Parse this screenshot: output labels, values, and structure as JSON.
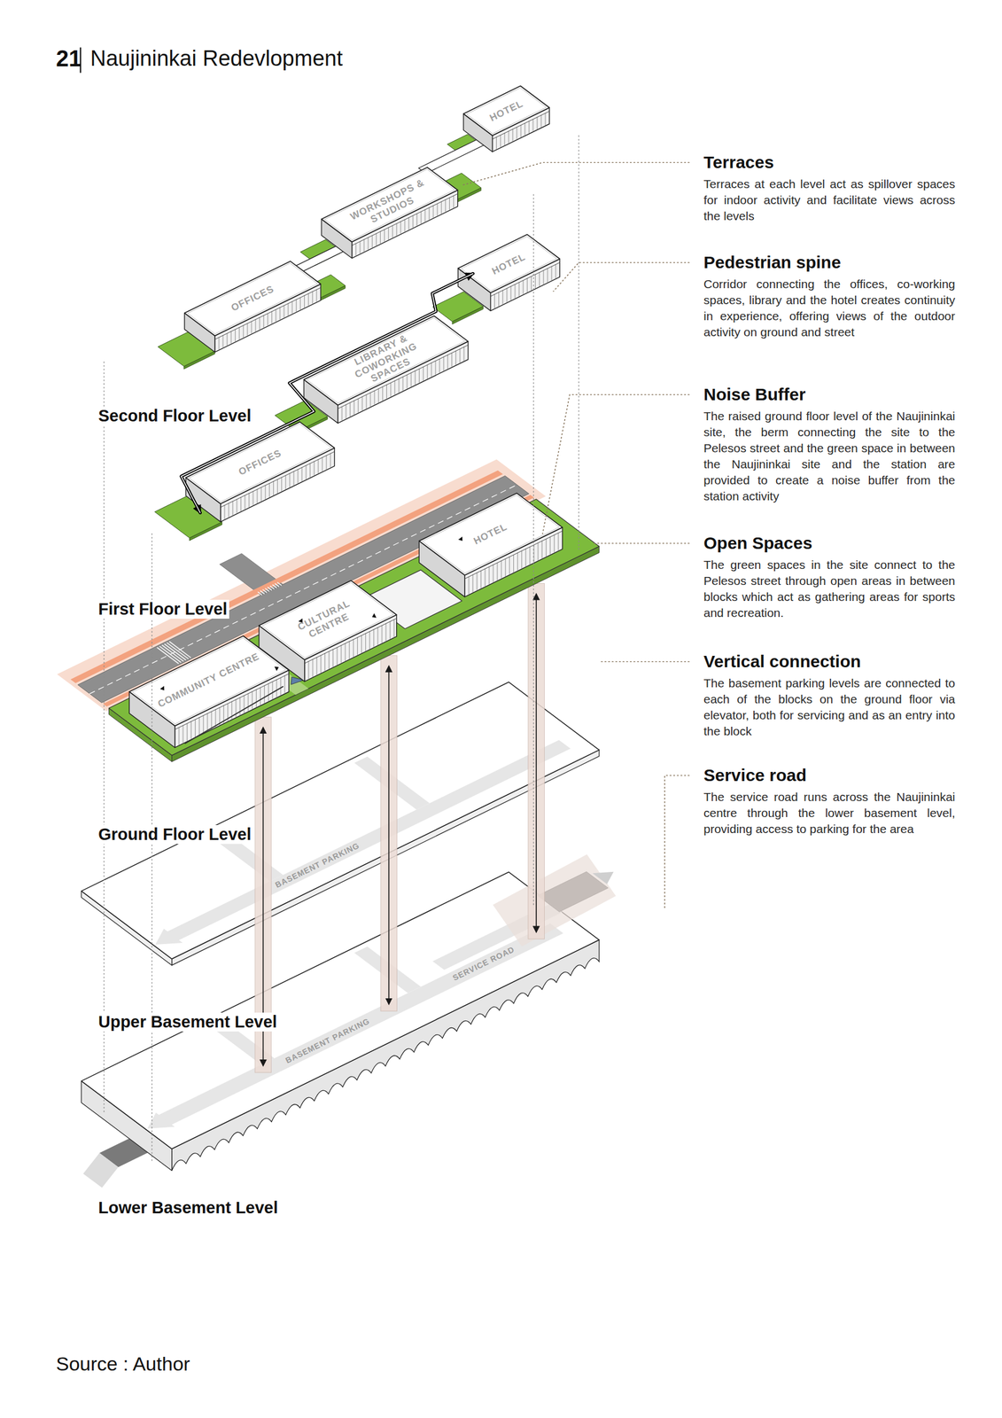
{
  "diagram": {
    "title": "Naujininkai Redevlopment",
    "caption": "Source : Author",
    "nodes": [
      {
        "text": [
          "HOTEL"
        ]
      },
      {
        "text": [
          "WORKSHOPS & STUDIOS"
        ]
      },
      {
        "text": [
          "OFFICES"
        ]
      },
      {
        "text": [
          "HOTEL"
        ]
      },
      {
        "text": [
          "LIBRARY & COWORKING SPACES"
        ]
      },
      {
        "text": [
          "OFFICES"
        ]
      },
      {
        "text": [
          "HOTEL"
        ]
      },
      {
        "text": [
          "CULTURAL CENTRE"
        ]
      },
      {
        "text": [
          "COMMUNITY CENTRE"
        ]
      }
    ],
    "labels": [
      "21",
      "Terraces",
      "Terraces at each level act as spillover spaces for indoor activity and facilitate views across the levels",
      "Pedestrian spine",
      "Corridor connecting the offices, co-working spaces, library and the hotel creates continuity in experience, offering views of the outdoor activity on ground and street",
      "Noise Buffer",
      "The raised ground floor level of the Naujininkai site, the berm connecting the site to the Pelesos street and the green space in between the Naujininkai site and the station are provided to create a noise buffer from the station activity",
      "Open Spaces",
      "The green spaces in the site connect to the Pelesos street through open areas in between blocks which act as gathering areas for sports and recreation.",
      "Vertical connection",
      "The basement parking levels are connected to each of the blocks on the ground floor via elevator, both for servicing and as an entry into the block",
      "Service road",
      "The service road runs across the Naujininkai centre through the lower basement level, providing access to parking for the area",
      "Second Floor Level",
      "First Floor Level",
      "Ground Floor Level",
      "Upper Basement Level",
      "Lower Basement Level",
      "BASEMENT PARKING",
      "BASEMENT PARKING",
      "SERVICE ROAD"
    ]
  }
}
